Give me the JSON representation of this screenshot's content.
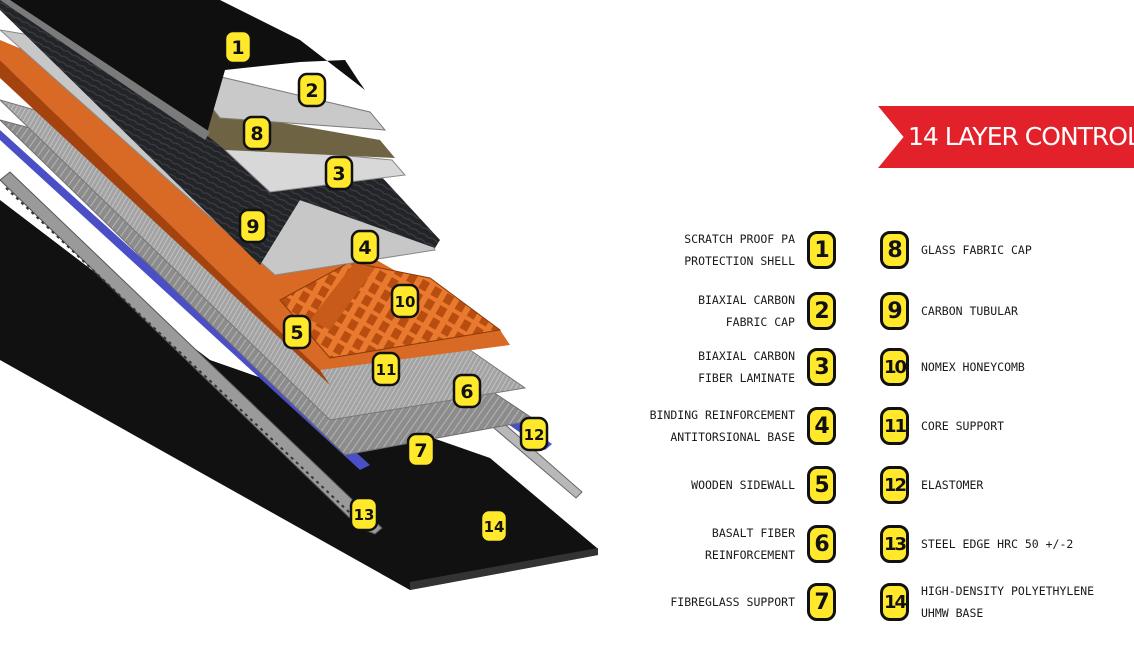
{
  "banner": {
    "title": "14 LAYER CONTROL",
    "color": "#e3212b"
  },
  "colors": {
    "badge_fill": "#ffe92a",
    "badge_stroke": "#111111",
    "core_orange": "#e8792e",
    "elastomer_blue": "#4a4fc6"
  },
  "layers": [
    {
      "num": "1",
      "label_lines": [
        "SCRATCH PROOF PA",
        "PROTECTION SHELL"
      ]
    },
    {
      "num": "2",
      "label_lines": [
        "BIAXIAL CARBON",
        "FABRIC CAP"
      ]
    },
    {
      "num": "3",
      "label_lines": [
        "BIAXIAL CARBON",
        "FIBER LAMINATE"
      ]
    },
    {
      "num": "4",
      "label_lines": [
        "BINDING REINFORCEMENT",
        "ANTITORSIONAL BASE"
      ]
    },
    {
      "num": "5",
      "label_lines": [
        "WOODEN SIDEWALL"
      ]
    },
    {
      "num": "6",
      "label_lines": [
        "BASALT FIBER",
        "REINFORCEMENT"
      ]
    },
    {
      "num": "7",
      "label_lines": [
        "FIBREGLASS SUPPORT"
      ]
    },
    {
      "num": "8",
      "label_lines": [
        "GLASS FABRIC CAP"
      ]
    },
    {
      "num": "9",
      "label_lines": [
        "CARBON TUBULAR"
      ]
    },
    {
      "num": "10",
      "label_lines": [
        "NOMEX HONEYCOMB"
      ]
    },
    {
      "num": "11",
      "label_lines": [
        "CORE SUPPORT"
      ]
    },
    {
      "num": "12",
      "label_lines": [
        "ELASTOMER"
      ]
    },
    {
      "num": "13",
      "label_lines": [
        "STEEL EDGE HRC 50 +/-2"
      ]
    },
    {
      "num": "14",
      "label_lines": [
        "HIGH-DENSITY POLYETHYLENE",
        "UHMW BASE"
      ]
    }
  ]
}
